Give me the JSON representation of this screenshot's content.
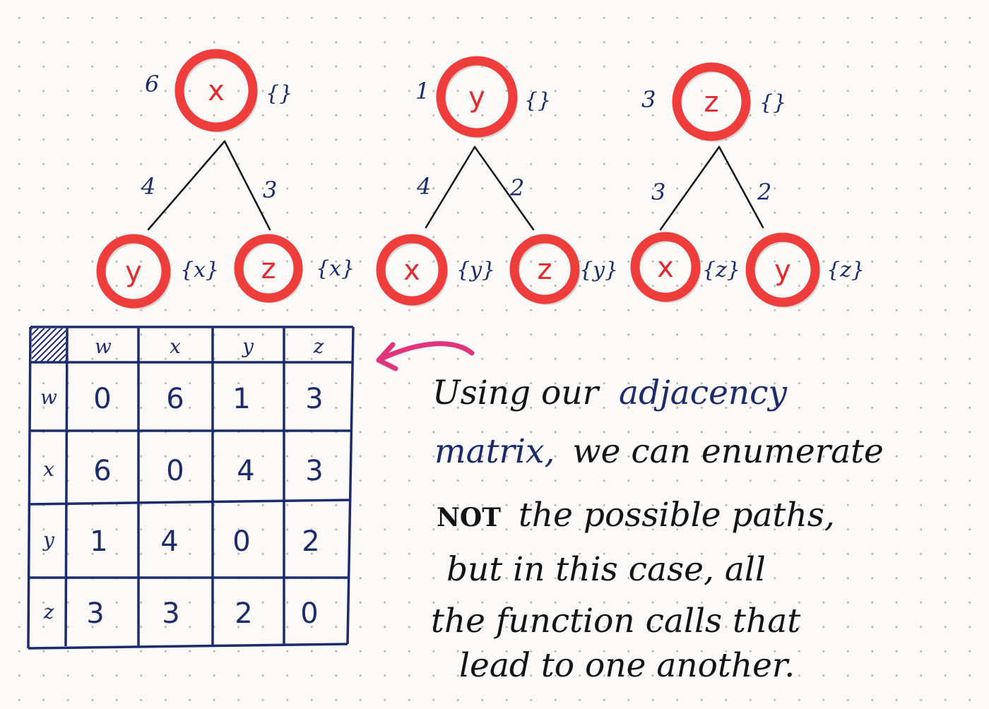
{
  "trees": [
    {
      "root": {
        "label": "x",
        "weight": "6",
        "set": "{}"
      },
      "left_edge": "4",
      "right_edge": "3",
      "children": [
        {
          "label": "y",
          "set": "{x}"
        },
        {
          "label": "z",
          "set": "{x}"
        }
      ]
    },
    {
      "root": {
        "label": "y",
        "weight": "1",
        "set": "{}"
      },
      "left_edge": "4",
      "right_edge": "2",
      "children": [
        {
          "label": "x",
          "set": "{y}"
        },
        {
          "label": "z",
          "set": "{y}"
        }
      ]
    },
    {
      "root": {
        "label": "z",
        "weight": "3",
        "set": "{}"
      },
      "left_edge": "3",
      "right_edge": "2",
      "children": [
        {
          "label": "x",
          "set": "{z}"
        },
        {
          "label": "y",
          "set": "{z}"
        }
      ]
    }
  ],
  "matrix": {
    "col_headers": [
      "w",
      "x",
      "y",
      "z"
    ],
    "row_headers": [
      "w",
      "x",
      "y",
      "z"
    ],
    "rows": [
      [
        "0",
        "6",
        "1",
        "3"
      ],
      [
        "6",
        "0",
        "4",
        "3"
      ],
      [
        "1",
        "4",
        "0",
        "2"
      ],
      [
        "3",
        "3",
        "2",
        "0"
      ]
    ]
  },
  "note": {
    "line1_a": "Using our",
    "line1_b": "adjacency",
    "line2_a": "matrix,",
    "line2_b": "we can enumerate",
    "line3_a": "NOT",
    "line3_b": "the possible paths,",
    "line4": "but in this case, all",
    "line5": "the function calls that",
    "line6": "lead to one another."
  },
  "colors": {
    "node_ring": "#ef3d3c",
    "node_text": "#e32b2f",
    "ink_blue": "#1c2a6e",
    "ink_black": "#141414",
    "arrow": "#e0357a"
  }
}
